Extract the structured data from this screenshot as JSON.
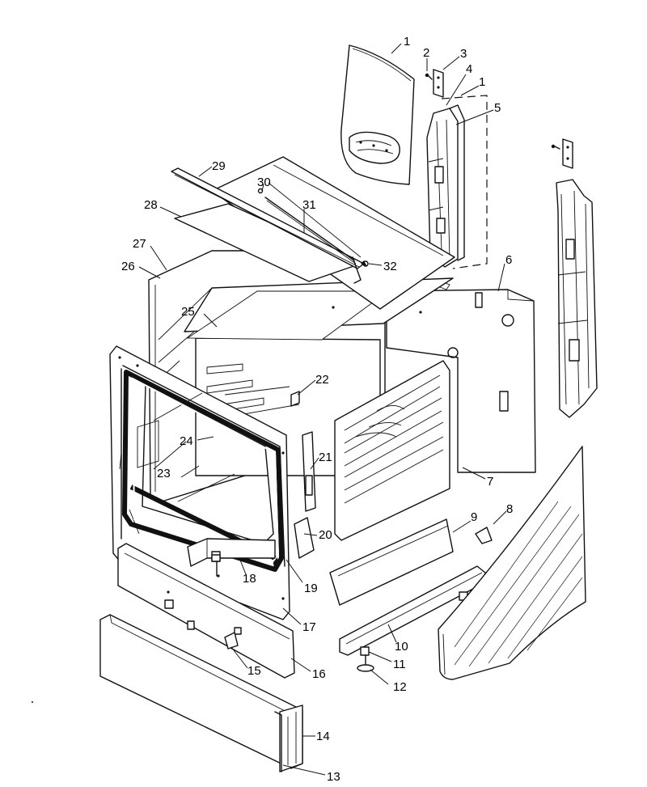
{
  "callouts": [
    {
      "id": "c1",
      "text": "1"
    },
    {
      "id": "c2",
      "text": "2"
    },
    {
      "id": "c3",
      "text": "3"
    },
    {
      "id": "c4",
      "text": "4"
    },
    {
      "id": "c1b",
      "text": "1"
    },
    {
      "id": "c5",
      "text": "5"
    },
    {
      "id": "c6",
      "text": "6"
    },
    {
      "id": "c7",
      "text": "7"
    },
    {
      "id": "c8",
      "text": "8"
    },
    {
      "id": "c9",
      "text": "9"
    },
    {
      "id": "c10",
      "text": "10"
    },
    {
      "id": "c11",
      "text": "11"
    },
    {
      "id": "c12",
      "text": "12"
    },
    {
      "id": "c13",
      "text": "13"
    },
    {
      "id": "c14",
      "text": "14"
    },
    {
      "id": "c15",
      "text": "15"
    },
    {
      "id": "c16",
      "text": "16"
    },
    {
      "id": "c17",
      "text": "17"
    },
    {
      "id": "c18",
      "text": "18"
    },
    {
      "id": "c19",
      "text": "19"
    },
    {
      "id": "c20",
      "text": "20"
    },
    {
      "id": "c21",
      "text": "21"
    },
    {
      "id": "c22",
      "text": "22"
    },
    {
      "id": "c23",
      "text": "23"
    },
    {
      "id": "c24",
      "text": "24"
    },
    {
      "id": "c25",
      "text": "25"
    },
    {
      "id": "c26",
      "text": "26"
    },
    {
      "id": "c27",
      "text": "27"
    },
    {
      "id": "c28",
      "text": "28"
    },
    {
      "id": "c29",
      "text": "29"
    },
    {
      "id": "c30",
      "text": "30"
    },
    {
      "id": "c31",
      "text": "31"
    },
    {
      "id": "c32",
      "text": "32"
    }
  ]
}
